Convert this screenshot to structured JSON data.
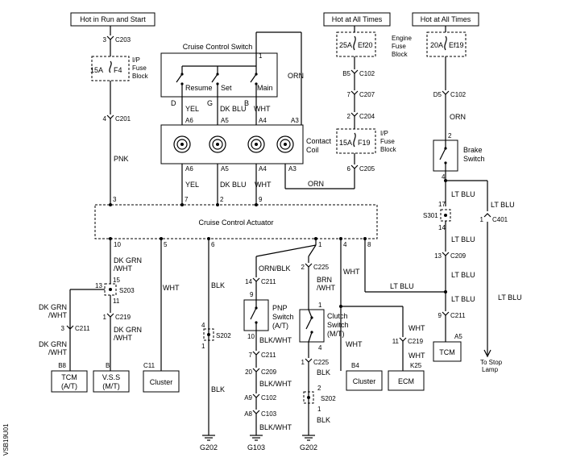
{
  "power": {
    "run_start": "Hot in Run and Start",
    "all_times_1": "Hot at All Times",
    "all_times_2": "Hot at All Times"
  },
  "labels": {
    "engine_fuse_block": [
      "Engine",
      "Fuse",
      "Block"
    ],
    "ip_fuse_block": [
      "I/P",
      "Fuse",
      "Block"
    ],
    "cruise_switch": "Cruise Control Switch",
    "sw_resume": "Resume",
    "sw_set": "Set",
    "sw_main": "Main",
    "contact_coil": [
      "Contact",
      "Coil"
    ],
    "brake_switch": [
      "Brake",
      "Switch"
    ],
    "actuator": "Cruise Control Actuator",
    "pnp_switch": [
      "PNP",
      "Switch",
      "(A/T)"
    ],
    "clutch_switch": [
      "Clutch",
      "Switch",
      "(M/T)"
    ],
    "to_stop_lamp": [
      "To Stop",
      "Lamp"
    ],
    "ref_code": "VSB19U01"
  },
  "fuses": {
    "f4": [
      "15A",
      "F4"
    ],
    "ef20": [
      "25A",
      "Ef20"
    ],
    "ef19": [
      "20A",
      "Ef19"
    ],
    "f19": [
      "15A",
      "F19"
    ]
  },
  "connectors": {
    "c203": [
      "3",
      "C203"
    ],
    "c201": [
      "4",
      "C201"
    ],
    "c102_b5": [
      "B5",
      "C102"
    ],
    "c207": [
      "7",
      "C207"
    ],
    "c204": [
      "2",
      "C204"
    ],
    "c205": [
      "6",
      "C205"
    ],
    "c102_d5": [
      "D5",
      "C102"
    ],
    "c401": [
      "1",
      "C401"
    ],
    "c209_13": [
      "13",
      "C209"
    ],
    "c211_9r": [
      "9",
      "C211"
    ],
    "c219": [
      "1",
      "C219"
    ],
    "c211_3": [
      "3",
      "C211"
    ],
    "c211_14": [
      "14",
      "C211"
    ],
    "c225_2": [
      "2",
      "C225"
    ],
    "c211_7": [
      "7",
      "C211"
    ],
    "c209_20": [
      "20",
      "C209"
    ],
    "c102_a9": [
      "A9",
      "C102"
    ],
    "c103_a8": [
      "A8",
      "C103"
    ],
    "c225_1": [
      "1",
      "C225"
    ],
    "c219_11": [
      "11",
      "C219"
    ]
  },
  "pins": {
    "sw": [
      "D",
      "G",
      "B"
    ],
    "coil_top": [
      "A6",
      "A5",
      "A4",
      "A3"
    ],
    "coil_bot": [
      "A6",
      "A5",
      "A4",
      "A3"
    ],
    "act_top": [
      "3",
      "7",
      "2",
      "9"
    ],
    "act_bot": [
      "10",
      "5",
      "6",
      "1",
      "4",
      "8"
    ],
    "brake_top": "2",
    "brake_bot": "4",
    "s301_top": "17",
    "s301_bot": "14",
    "s203_top": "15",
    "s203_left": "13",
    "s203_bot": "11",
    "s202a_top": "4",
    "s202a_bot": "1",
    "s202b_top": "2",
    "s202b_bot": "1",
    "pnp_top": "9",
    "pnp_bot": "10",
    "clutch_top": "1",
    "clutch_bot": "4",
    "sw_top": "1"
  },
  "wires": {
    "yel": "YEL",
    "dkblu": "DK BLU",
    "wht": "WHT",
    "orn": "ORN",
    "pnk": "PNK",
    "ltblu": "LT BLU",
    "dkgrn_wht": [
      "DK GRN",
      "/WHT"
    ],
    "blk": "BLK",
    "orn_blk": "ORN/BLK",
    "brn_wht": [
      "BRN",
      "/WHT"
    ],
    "blk_wht": "BLK/WHT"
  },
  "splices": {
    "s301": "S301",
    "s203": "S203",
    "s202": "S202"
  },
  "modules": {
    "tcm_at": {
      "pin": "B8",
      "name": [
        "TCM",
        "(A/T)"
      ]
    },
    "vss": {
      "pin": "B",
      "name": [
        "V.S.S",
        "(M/T)"
      ]
    },
    "cluster_1": {
      "pin": "C11",
      "name": "Cluster"
    },
    "cluster_2": {
      "pin": "B4",
      "name": "Cluster"
    },
    "ecm": {
      "pin": "K25",
      "name": "ECM"
    },
    "tcm": {
      "pin": "A5",
      "name": "TCM"
    }
  },
  "grounds": {
    "g202a": "G202",
    "g103": "G103",
    "g202b": "G202"
  }
}
